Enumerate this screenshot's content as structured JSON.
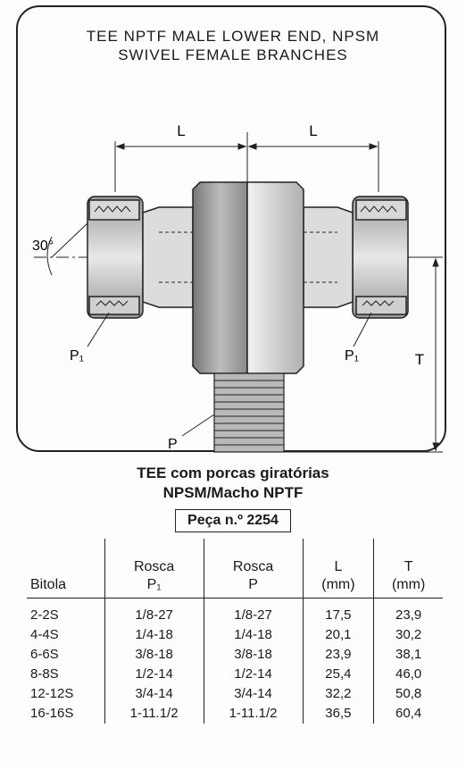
{
  "title": {
    "line1": "TEE NPTF MALE LOWER END, NPSM",
    "line2": "SWIVEL FEMALE BRANCHES"
  },
  "diagram": {
    "dim_left": "L",
    "dim_right": "L",
    "dim_height": "T",
    "angle": "30°",
    "label_p1_left": "P₁",
    "label_p1_right": "P₁",
    "label_p": "P"
  },
  "caption": {
    "line1": "TEE com porcas giratórias",
    "line2": "NPSM/Macho NPTF",
    "part_number": "Peça n.º 2254"
  },
  "table": {
    "headers": {
      "bitola": "Bitola",
      "rosca_p1_top": "Rosca",
      "rosca_p1_bottom": "P₁",
      "rosca_p_top": "Rosca",
      "rosca_p_bottom": "P",
      "l_top": "L",
      "l_bottom": "(mm)",
      "t_top": "T",
      "t_bottom": "(mm)"
    },
    "rows": [
      {
        "bitola": "2-2S",
        "p1": "1/8-27",
        "p": "1/8-27",
        "l": "17,5",
        "t": "23,9"
      },
      {
        "bitola": "4-4S",
        "p1": "1/4-18",
        "p": "1/4-18",
        "l": "20,1",
        "t": "30,2"
      },
      {
        "bitola": "6-6S",
        "p1": "3/8-18",
        "p": "3/8-18",
        "l": "23,9",
        "t": "38,1"
      },
      {
        "bitola": "8-8S",
        "p1": "1/2-14",
        "p": "1/2-14",
        "l": "25,4",
        "t": "46,0"
      },
      {
        "bitola": "12-12S",
        "p1": "3/4-14",
        "p": "3/4-14",
        "l": "32,2",
        "t": "50,8"
      },
      {
        "bitola": "16-16S",
        "p1": "1-11.1/2",
        "p": "1-11.1/2",
        "l": "36,5",
        "t": "60,4"
      }
    ]
  }
}
